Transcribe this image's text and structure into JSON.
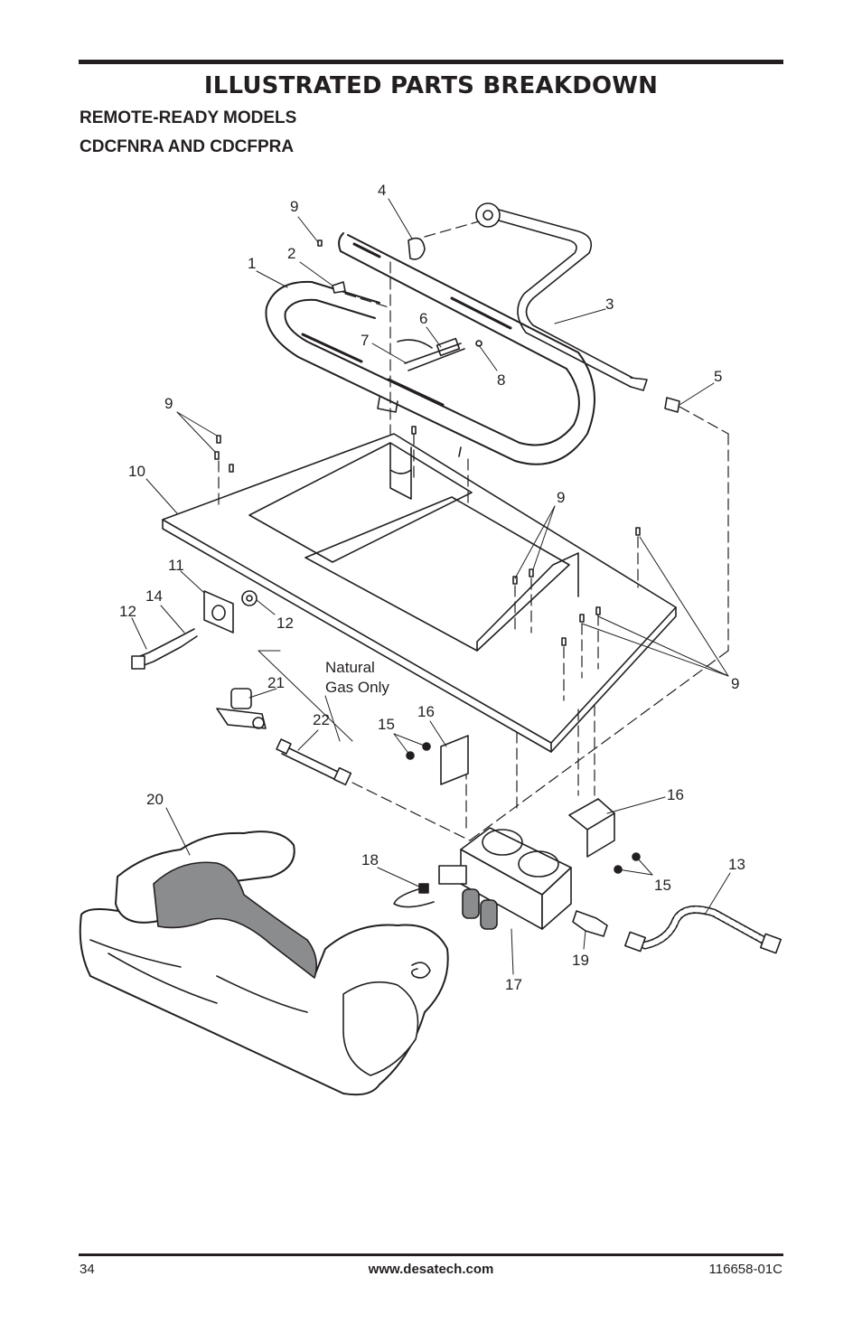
{
  "header": {
    "title": "ILLUSTRATED PARTS BREAKDOWN",
    "subtitle_line1": "REMOTE-READY MODELS",
    "subtitle_line2": "CDCFNRA AND CDCFPRA"
  },
  "callouts": {
    "c1": "1",
    "c2": "2",
    "c3": "3",
    "c4": "4",
    "c5": "5",
    "c6": "6",
    "c7": "7",
    "c8": "8",
    "c9a": "9",
    "c9b": "9",
    "c9c": "9",
    "c9d": "9",
    "c10": "10",
    "c11": "11",
    "c12a": "12",
    "c12b": "12",
    "c13": "13",
    "c14": "14",
    "c15a": "15",
    "c15b": "15",
    "c16a": "16",
    "c16b": "16",
    "c17": "17",
    "c18": "18",
    "c19": "19",
    "c20": "20",
    "c21": "21",
    "c22": "22"
  },
  "note": {
    "line1": "Natural",
    "line2": "Gas Only"
  },
  "footer": {
    "page_number": "34",
    "website": "www.desatech.com",
    "doc_number": "116658-01C"
  }
}
